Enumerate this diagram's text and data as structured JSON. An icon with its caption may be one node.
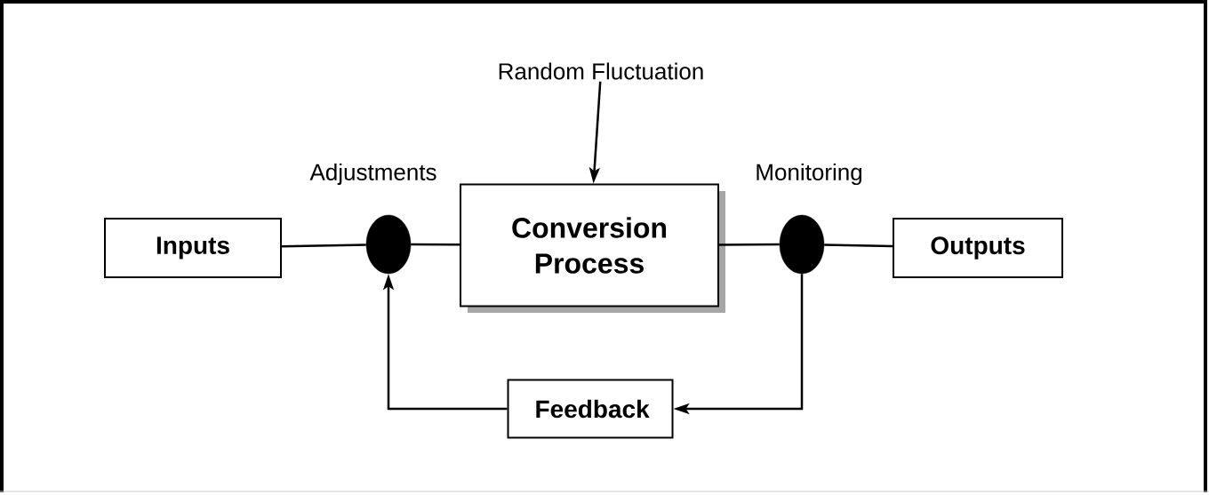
{
  "diagram": {
    "nodes": [
      {
        "text": [
          "Inputs"
        ]
      },
      {
        "text": [],
        "shape": "circle",
        "beside": [
          "Adjustments"
        ]
      },
      {
        "text": [
          "Conversion Process"
        ]
      },
      {
        "text": [],
        "shape": "circle",
        "beside": [
          "Monitoring"
        ]
      },
      {
        "text": [
          "Outputs"
        ]
      },
      {
        "text": [
          "Feedback"
        ]
      },
      {
        "text": [
          "Random Fluctuation"
        ]
      }
    ],
    "edges": [
      {
        "from": 0,
        "to": 1,
        "arrow": "none"
      },
      {
        "from": 1,
        "to": 2,
        "arrow": "none"
      },
      {
        "from": 2,
        "to": 3,
        "arrow": "none"
      },
      {
        "from": 3,
        "to": 4,
        "arrow": "none"
      },
      {
        "from": 6,
        "to": 2,
        "arrow": "to"
      },
      {
        "from": 3,
        "to": 5,
        "arrow": "to"
      },
      {
        "from": 5,
        "to": 1,
        "arrow": "to"
      }
    ]
  }
}
